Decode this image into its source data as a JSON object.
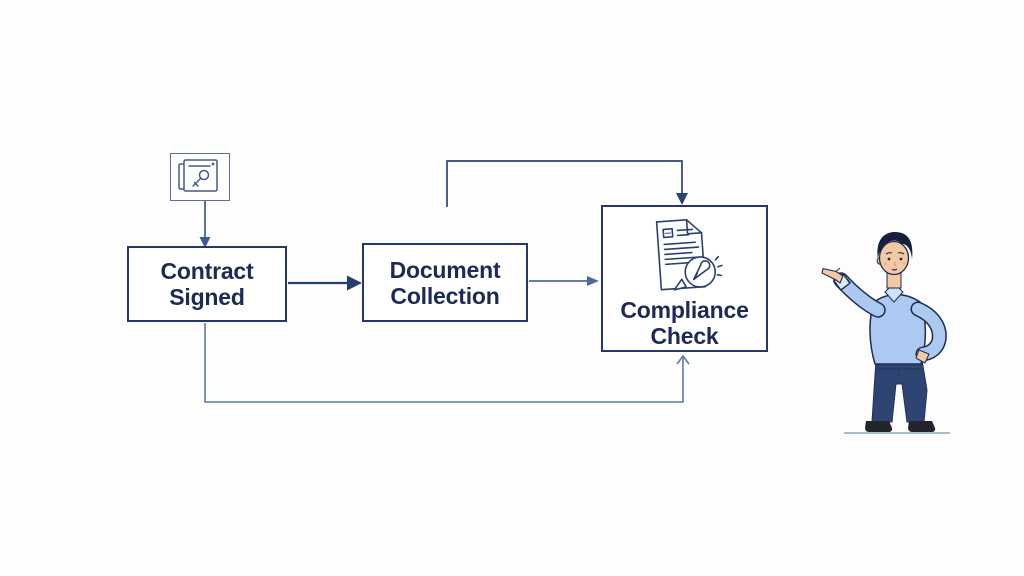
{
  "flow": {
    "nodes": {
      "contract_signed": {
        "label": "Contract Signed",
        "line1": "Contract",
        "line2": "Signed"
      },
      "document_collection": {
        "label": "Document Collection",
        "line1": "Document",
        "line2": "Collection"
      },
      "compliance_check": {
        "label": "Compliance Check",
        "line1": "Compliance",
        "line2": "Check"
      }
    },
    "connectors": [
      {
        "name": "start-to-contract-signed",
        "style": "solid arrow-down"
      },
      {
        "name": "contract-signed-to-document-collection",
        "style": "solid arrow-right"
      },
      {
        "name": "document-collection-to-compliance-check",
        "style": "light arrow-right"
      },
      {
        "name": "top-elbow-into-compliance-check",
        "style": "elbow arrow-down"
      },
      {
        "name": "contract-signed-feedback-loop-to-compliance-check",
        "style": "elbow arrow-up"
      }
    ],
    "icons": {
      "start": "signed-contract-pen-icon",
      "compliance": "document-magnifier-icon"
    },
    "illustration": "man-pointing-left"
  },
  "colors": {
    "background": "#fdfdfd",
    "node_border": "#26376b",
    "node_text": "#1d2a56",
    "connector_dark": "#2c4470",
    "connector_light": "#5f79a8",
    "shirt_blue": "#abc9f1",
    "trouser_navy": "#2e4472",
    "skin": "#f3c9a4",
    "hair": "#16203d",
    "shoe": "#23252e"
  }
}
